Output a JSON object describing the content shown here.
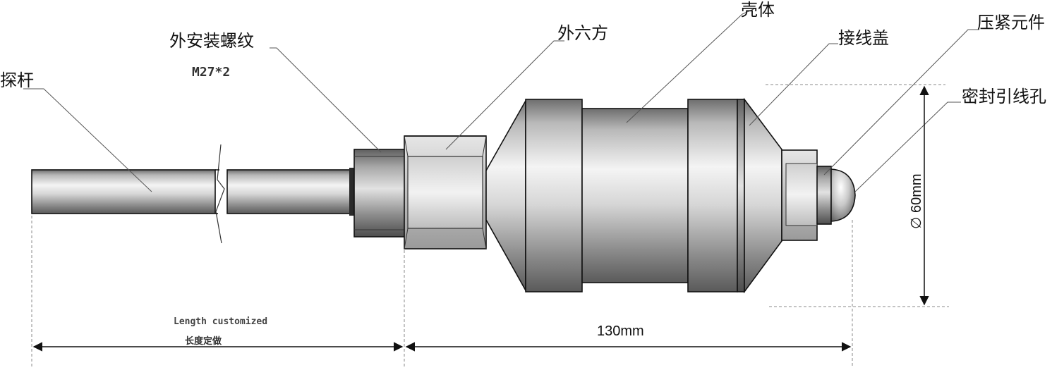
{
  "labels": {
    "probe_rod": "探杆",
    "external_thread": "外安装螺纹",
    "thread_spec": "M27*2",
    "outer_hex": "外六方",
    "housing": "壳体",
    "terminal_cover": "接线盖",
    "compression_part": "压紧元件",
    "sealing_cable_hole": "密封引线孔"
  },
  "dimensions": {
    "length_en": "Length customized",
    "length_cn": "长度定做",
    "body_length": "130mm",
    "diameter": "∅ 60mm"
  }
}
